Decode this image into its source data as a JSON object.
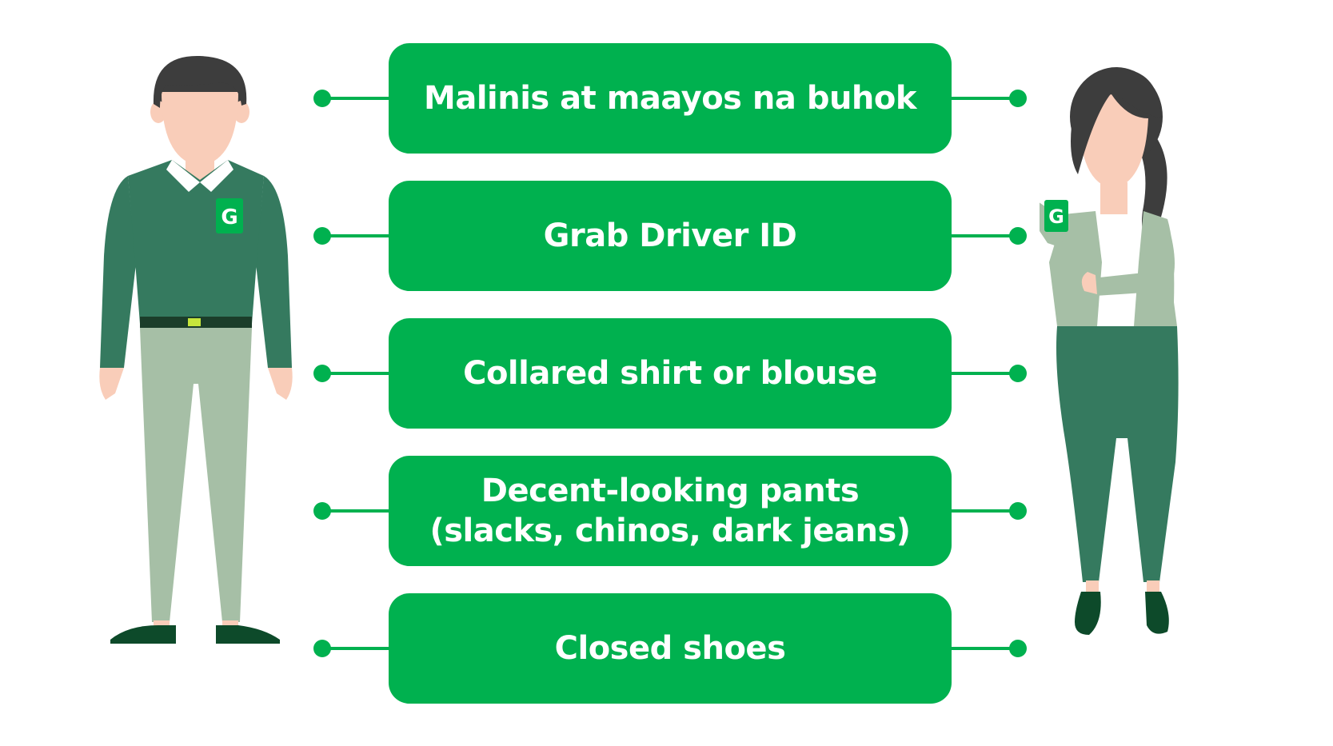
{
  "colors": {
    "brand_green": "#00b14f",
    "dark_green": "#357a5f",
    "sage": "#a6bfa6",
    "skin": "#f9cdb9",
    "hair": "#3d3d3d",
    "shoe": "#0d4a2a"
  },
  "items": [
    {
      "lines": [
        "Malinis at maayos na buhok"
      ]
    },
    {
      "lines": [
        "Grab Driver ID"
      ]
    },
    {
      "lines": [
        "Collared shirt or blouse"
      ]
    },
    {
      "lines": [
        "Decent-looking pants",
        "(slacks, chinos, dark jeans)"
      ]
    },
    {
      "lines": [
        "Closed shoes"
      ]
    }
  ],
  "badge_letter": "G",
  "icons": {
    "left_figure": "male-driver-icon",
    "right_figure": "female-driver-icon",
    "badge": "grab-id-badge-icon"
  }
}
